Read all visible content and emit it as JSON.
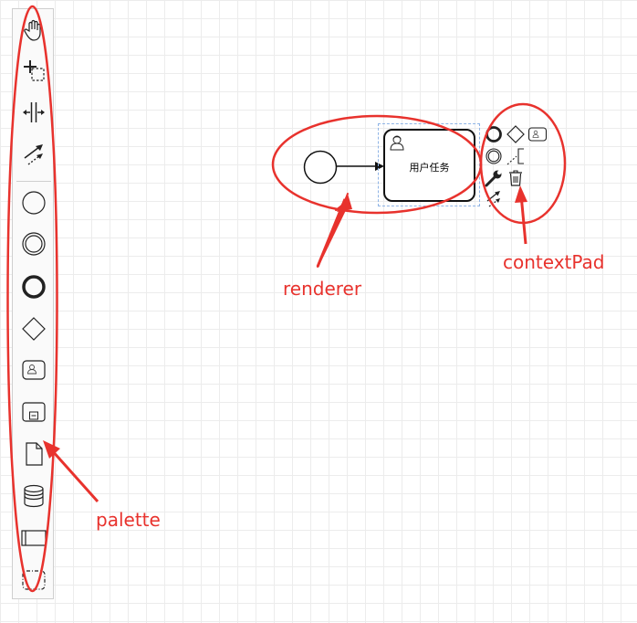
{
  "palette": {
    "items": [
      {
        "name": "hand-tool",
        "icon": "hand-icon"
      },
      {
        "name": "lasso-tool",
        "icon": "lasso-icon"
      },
      {
        "name": "space-tool",
        "icon": "space-icon"
      },
      {
        "name": "global-connect-tool",
        "icon": "connect-icon"
      },
      {
        "name": "create-start-event",
        "icon": "start-event-icon"
      },
      {
        "name": "create-intermediate-event",
        "icon": "intermediate-event-icon"
      },
      {
        "name": "create-end-event",
        "icon": "end-event-icon"
      },
      {
        "name": "create-gateway",
        "icon": "gateway-icon"
      },
      {
        "name": "create-user-task",
        "icon": "user-task-icon"
      },
      {
        "name": "create-subprocess",
        "icon": "subprocess-icon"
      },
      {
        "name": "create-data-object",
        "icon": "data-object-icon"
      },
      {
        "name": "create-data-store",
        "icon": "data-store-icon"
      },
      {
        "name": "create-pool",
        "icon": "pool-icon"
      },
      {
        "name": "create-group",
        "icon": "group-icon"
      }
    ]
  },
  "diagram": {
    "task_label": "用户任务"
  },
  "annotations": {
    "renderer": "renderer",
    "context_pad": "contextPad",
    "palette": "palette",
    "color": "#e8322d"
  },
  "selection_color": "#8fb4e6"
}
